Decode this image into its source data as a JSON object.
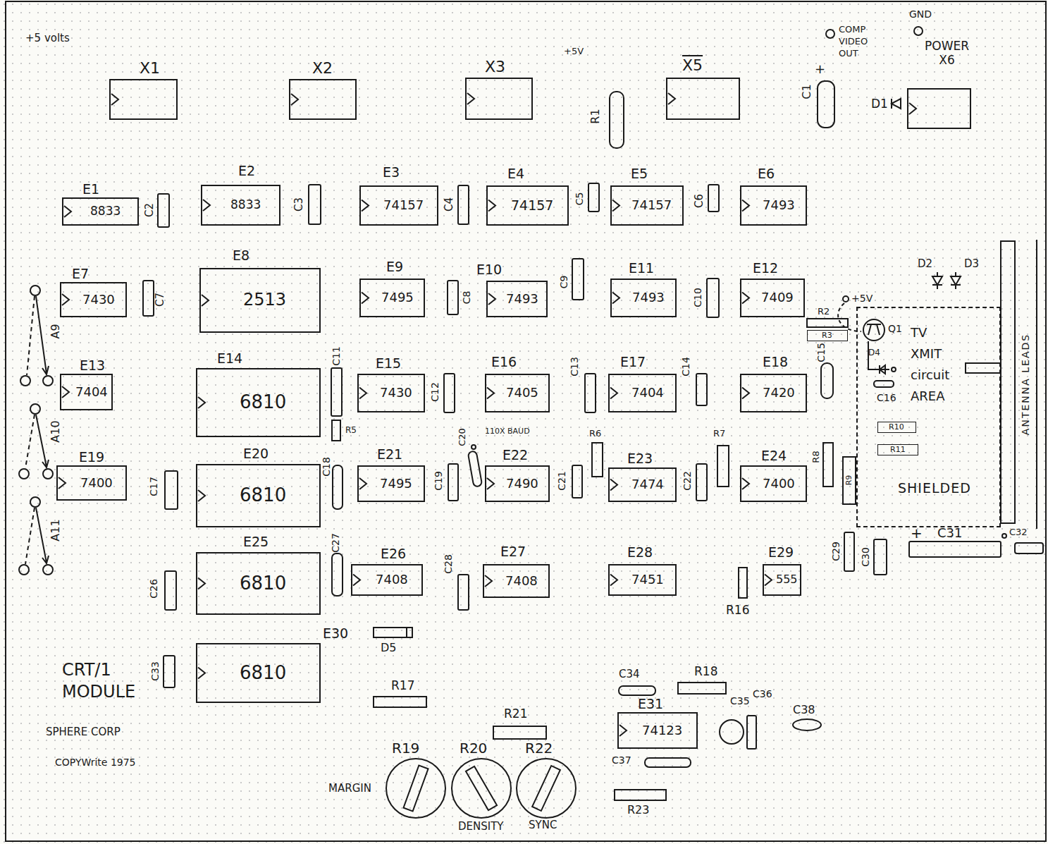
{
  "diagram": {
    "nodes": [
      {
        "text": [
          "X1"
        ]
      },
      {
        "text": [
          "X2"
        ]
      },
      {
        "text": [
          "X3"
        ]
      },
      {
        "text": [
          "X5"
        ]
      },
      {
        "text": [
          "POWER X6"
        ]
      },
      {
        "text": [
          "E1",
          "8833"
        ]
      },
      {
        "text": [
          "E2",
          "8833"
        ]
      },
      {
        "text": [
          "E3",
          "74157"
        ]
      },
      {
        "text": [
          "E4",
          "74157"
        ]
      },
      {
        "text": [
          "E5",
          "74157"
        ]
      },
      {
        "text": [
          "E6",
          "7493"
        ]
      },
      {
        "text": [
          "E7",
          "7430"
        ]
      },
      {
        "text": [
          "E8",
          "2513"
        ]
      },
      {
        "text": [
          "E9",
          "7495"
        ]
      },
      {
        "text": [
          "E10",
          "7493"
        ]
      },
      {
        "text": [
          "E11",
          "7493"
        ]
      },
      {
        "text": [
          "E12",
          "7409"
        ]
      },
      {
        "text": [
          "TV XMIT circuit AREA",
          "SHIELDED"
        ]
      },
      {
        "text": [
          "R10"
        ],
        "in": 17
      },
      {
        "text": [
          "R11"
        ],
        "in": 17
      },
      {
        "text": [
          "ANTENNA LEADS"
        ]
      },
      {
        "text": [
          "R3"
        ]
      },
      {
        "text": [
          "E13",
          "7404"
        ]
      },
      {
        "text": [
          "E14",
          "6810"
        ]
      },
      {
        "text": [
          "E15",
          "7430"
        ]
      },
      {
        "text": [
          "E16",
          "7405"
        ]
      },
      {
        "text": [
          "E17",
          "7404"
        ]
      },
      {
        "text": [
          "E18",
          "7420"
        ]
      },
      {
        "text": [
          "E19",
          "7400"
        ]
      },
      {
        "text": [
          "E20",
          "6810"
        ]
      },
      {
        "text": [
          "E21",
          "7495"
        ]
      },
      {
        "text": [
          "E22",
          "7490"
        ]
      },
      {
        "text": [
          "E23",
          "7474"
        ]
      },
      {
        "text": [
          "E24",
          "7400"
        ]
      },
      {
        "text": [
          "E25",
          "6810"
        ]
      },
      {
        "text": [
          "E26",
          "7408"
        ]
      },
      {
        "text": [
          "E27",
          "7408"
        ]
      },
      {
        "text": [
          "E28",
          "7451"
        ]
      },
      {
        "text": [
          "E29",
          "555"
        ]
      },
      {
        "text": [
          "E30",
          "6810"
        ]
      },
      {
        "text": [
          "E31",
          "74123"
        ]
      }
    ],
    "labels": [
      "+5 volts",
      "+5V",
      "COMP VIDEO OUT",
      "GND",
      "+",
      "C1",
      "R1",
      "D1",
      "C2",
      "C3",
      "C4",
      "C5",
      "C6",
      "C7",
      "C8",
      "C9",
      "C10",
      "D2",
      "D3",
      "+5V",
      "R2",
      "Q1",
      "D4",
      "C15",
      "C11",
      "C12",
      "C13",
      "C14",
      "C16",
      "R5",
      "R6",
      "R7",
      "110X BAUD",
      "C20",
      "R8",
      "R9",
      "C17",
      "C18",
      "C19",
      "C21",
      "C22",
      "A9",
      "A10",
      "A11",
      "C26",
      "C27",
      "C28",
      "R16",
      "C29",
      "C30",
      "+",
      "C31",
      "C32",
      "D5",
      "C33",
      "CRT/1 MODULE",
      "SPHERE CORP",
      "COPYWrite 1975",
      "R17",
      "R21",
      "C34",
      "R18",
      "C35",
      "C36",
      "C38",
      "C37",
      "R23",
      "R19",
      "R20",
      "R22",
      "MARGIN",
      "DENSITY",
      "SYNC"
    ]
  }
}
